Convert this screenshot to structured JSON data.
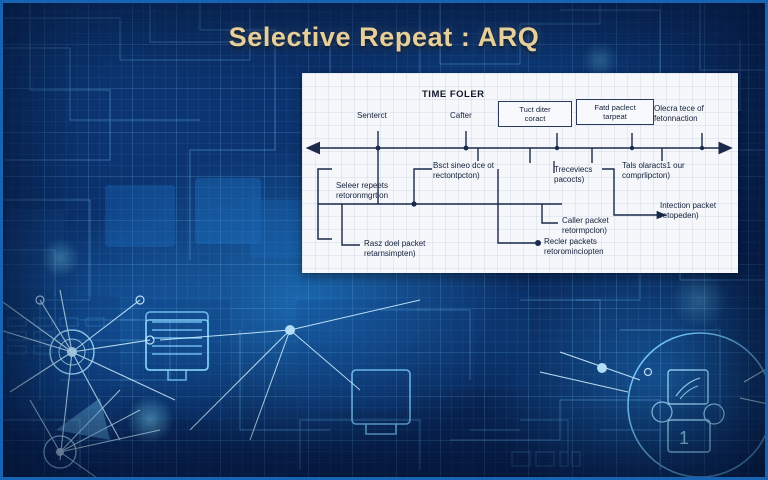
{
  "title": "Selective Repeat : ARQ",
  "theme": {
    "background_accent": "#0e3d7e",
    "panel_background": "#f5f7fa",
    "title_color": "#e6cf9a",
    "line_color": "#1b2a4a",
    "frame_color": "#1763b4"
  },
  "panel": {
    "header": "TIME FOLER",
    "axis": {
      "type": "double-headed-arrow",
      "tick_count": 10
    },
    "top_labels": [
      {
        "id": "sender",
        "text": "Senterct"
      },
      {
        "id": "carrier",
        "text": "Cafter"
      }
    ],
    "boxed_labels": [
      {
        "id": "tuct-diter",
        "line1": "Tuct diter",
        "line2": "coract"
      },
      {
        "id": "fatd-packet",
        "line1": "Fatd paclect",
        "line2": "tarpeat"
      }
    ],
    "top_right_label": {
      "line1": "Olecra tece of",
      "line2": "fetonnaction"
    },
    "bottom_labels": [
      {
        "id": "bsct-sineo",
        "line1": "Bsct sineo dce ot",
        "line2": "rectontpcton)"
      },
      {
        "id": "treceviecs",
        "line1": "Treceviecs",
        "line2": "pacocts)"
      },
      {
        "id": "tals-olaracts",
        "line1": "Tals olaracts1 our",
        "line2": "comprlipcton)"
      }
    ],
    "bracket_labels": [
      {
        "id": "seleer-repeets",
        "line1": "Seleer repeets",
        "line2": "retoronmgrtion"
      },
      {
        "id": "rasz-doel",
        "line1": "Rasz doel packet",
        "line2": "retarnsimpten)"
      },
      {
        "id": "caller-packet",
        "line1": "Caller packet",
        "line2": "retormpclon)"
      },
      {
        "id": "recler-packets",
        "line1": "Recler packets",
        "line2": "retorominciopten"
      },
      {
        "id": "intection-packet",
        "line1": "Intection packet",
        "line2": "retopeden)"
      }
    ]
  }
}
